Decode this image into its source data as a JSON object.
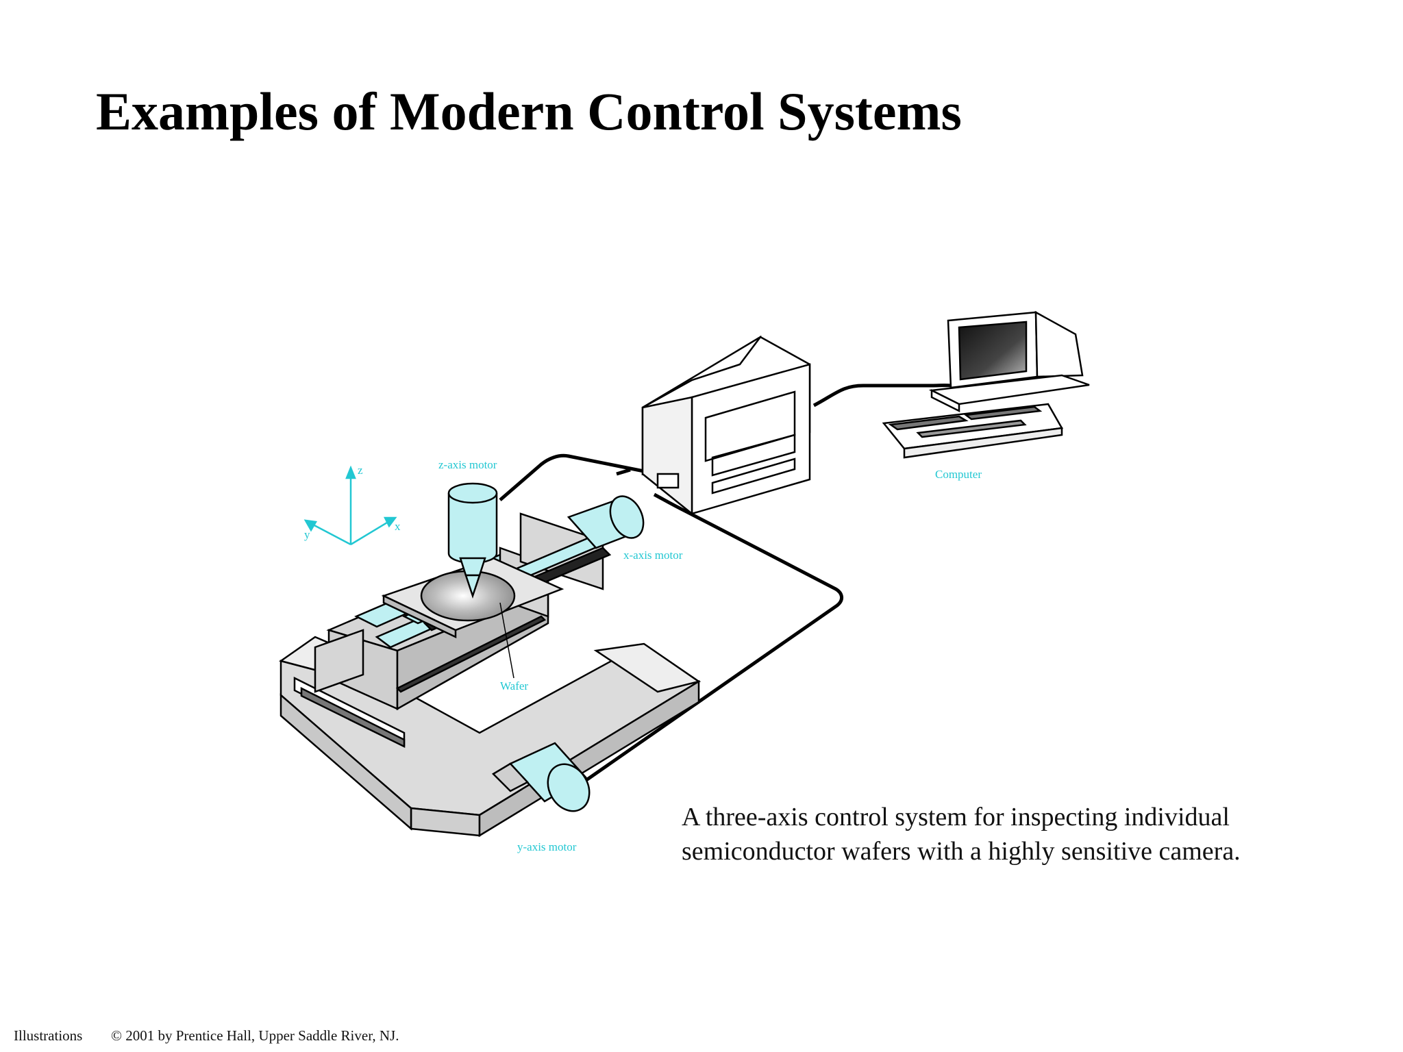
{
  "slide": {
    "title": "Examples of Modern Control Systems"
  },
  "figure": {
    "labels": {
      "z_axis_motor": "z-axis motor",
      "x_axis_motor": "x-axis motor",
      "y_axis_motor": "y-axis motor",
      "wafer": "Wafer",
      "computer": "Computer",
      "axis_z": "z",
      "axis_x": "x",
      "axis_y": "y"
    },
    "colors": {
      "cyan": "#bff0f2",
      "label": "#22c7d2",
      "metal": "#d8d8d8",
      "outline": "#000000"
    }
  },
  "caption": {
    "line1": "A three-axis control system for inspecting individual",
    "line2": "semiconductor wafers with a highly sensitive camera."
  },
  "footer": {
    "left": "Illustrations",
    "right": "© 2001 by Prentice Hall, Upper Saddle River, NJ."
  }
}
